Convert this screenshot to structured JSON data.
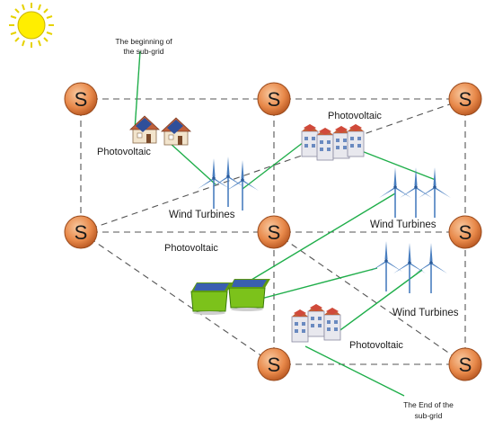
{
  "node_letter": "S",
  "labels": {
    "pv_top_left": "Photovoltaic",
    "pv_top_right": "Photovoltaic",
    "pv_middle": "Photovoltaic",
    "pv_bottom_right": "Photovoltaic",
    "wind_left": "Wind Turbines",
    "wind_right_top": "Wind Turbines",
    "wind_right_bottom": "Wind Turbines"
  },
  "annotations": {
    "start_line1": "The beginning of",
    "start_line2": "the sub-grid",
    "end_line1": "The End of the",
    "end_line2": "sub-grid"
  },
  "colors": {
    "node_fill": "#e8894a",
    "node_stroke": "#9a4a1c",
    "link_green": "#1fae4a",
    "grid_dash": "#555555",
    "sun": "#ffee00",
    "turbine": "#4a7fc0",
    "panel": "#3a5fb0",
    "box_green": "#7cc21b"
  },
  "icons": {
    "sun": "sun-icon",
    "house": "house-icon",
    "turbine": "wind-turbine-icon",
    "building": "building-icon",
    "box": "green-box-icon"
  }
}
